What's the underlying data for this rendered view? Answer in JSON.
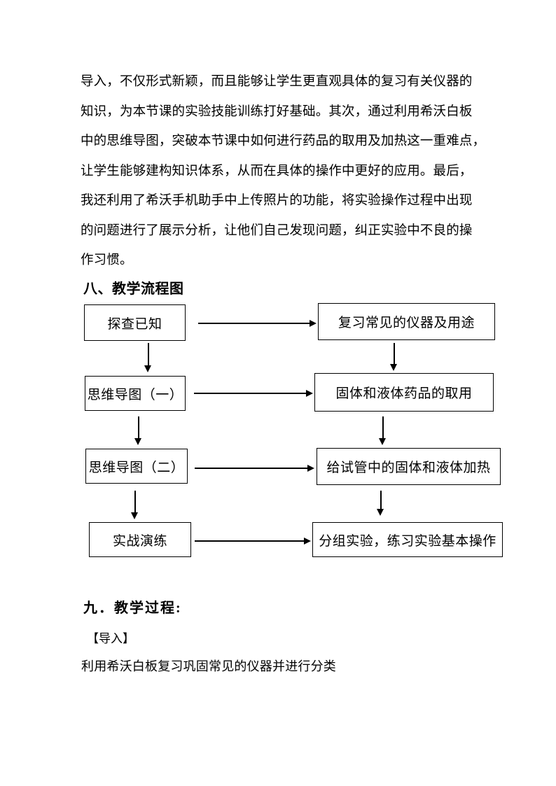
{
  "document": {
    "colors": {
      "text": "#000000",
      "background": "#ffffff",
      "line": "#000000"
    },
    "intro_paragraph": {
      "lines": [
        "导入，不仅形式新颖，而且能够让学生更直观具体的复习有关仪器的",
        "知识，为本节课的实验技能训练打好基础。其次，通过利用希沃白板",
        "中的思维导图，突破本节课中如何进行药品的取用及加热这一重难点，",
        "让学生能够建构知识体系，从而在具体的操作中更好的应用。最后，",
        "我还利用了希沃手机助手中上传照片的功能，将实验操作过程中出现",
        "的问题进行了展示分析，让他们自己发现问题，纠正实验中不良的操",
        "作习惯。"
      ]
    },
    "section_flowchart": {
      "heading": "八、教学流程图"
    },
    "flowchart": {
      "rows": [
        {
          "left": "探查已知",
          "right": "复习常见的仪器及用途"
        },
        {
          "left": "思维导图（一）",
          "right": "固体和液体药品的取用"
        },
        {
          "left": "思维导图（二）",
          "right": "给试管中的固体和液体加热"
        },
        {
          "left": "实战演练",
          "right": "分组实验，练习实验基本操作"
        }
      ],
      "edges": [
        {
          "from": "探查已知",
          "to": "复习常见的仪器及用途"
        },
        {
          "from": "探查已知",
          "to": "思维导图（一）"
        },
        {
          "from": "复习常见的仪器及用途",
          "to": "固体和液体药品的取用"
        },
        {
          "from": "思维导图（一）",
          "to": "固体和液体药品的取用"
        },
        {
          "from": "思维导图（一）",
          "to": "思维导图（二）"
        },
        {
          "from": "固体和液体药品的取用",
          "to": "给试管中的固体和液体加热"
        },
        {
          "from": "思维导图（二）",
          "to": "给试管中的固体和液体加热"
        },
        {
          "from": "思维导图（二）",
          "to": "实战演练"
        },
        {
          "from": "给试管中的固体和液体加热",
          "to": "分组实验，练习实验基本操作"
        },
        {
          "from": "实战演练",
          "to": "分组实验，练习实验基本操作"
        }
      ]
    },
    "section_process": {
      "heading": "九．教学过程:",
      "step_marker": "【导入】",
      "step_body": "利用希沃白板复习巩固常见的仪器并进行分类"
    }
  }
}
